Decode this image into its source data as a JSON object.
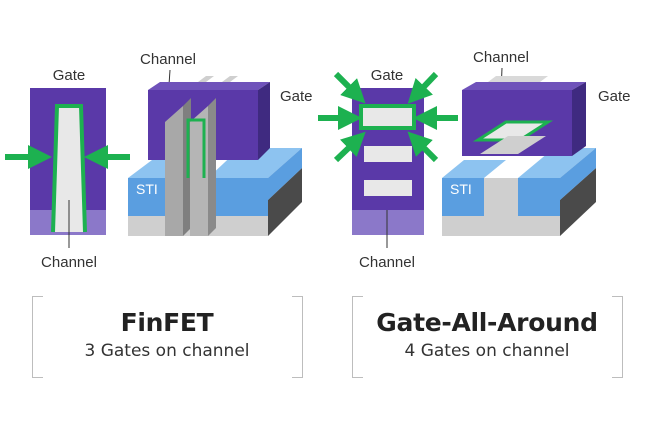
{
  "colors": {
    "gate": "#5a39a8",
    "gate_top": "#6f52ba",
    "gate_light": "#8b78c9",
    "channel_outline": "#1db150",
    "arrow": "#1db150",
    "sti_front": "#5a9ee0",
    "sti_top": "#8dc3f0",
    "substrate": "#cfcfcf",
    "substrate_dark": "#4a4a4a"
  },
  "finfet": {
    "cross_section": {
      "gate_label": "Gate",
      "channel_label": "Channel"
    },
    "perspective": {
      "channel_label": "Channel",
      "gate_label": "Gate",
      "sti_label": "STI"
    },
    "caption": {
      "title": "FinFET",
      "subtitle": "3 Gates on channel"
    }
  },
  "gaa": {
    "cross_section": {
      "gate_label": "Gate",
      "channel_label": "Channel"
    },
    "perspective": {
      "channel_label": "Channel",
      "gate_label": "Gate",
      "sti_label": "STI"
    },
    "caption": {
      "title": "Gate-All-Around",
      "subtitle": "4 Gates on channel"
    }
  }
}
